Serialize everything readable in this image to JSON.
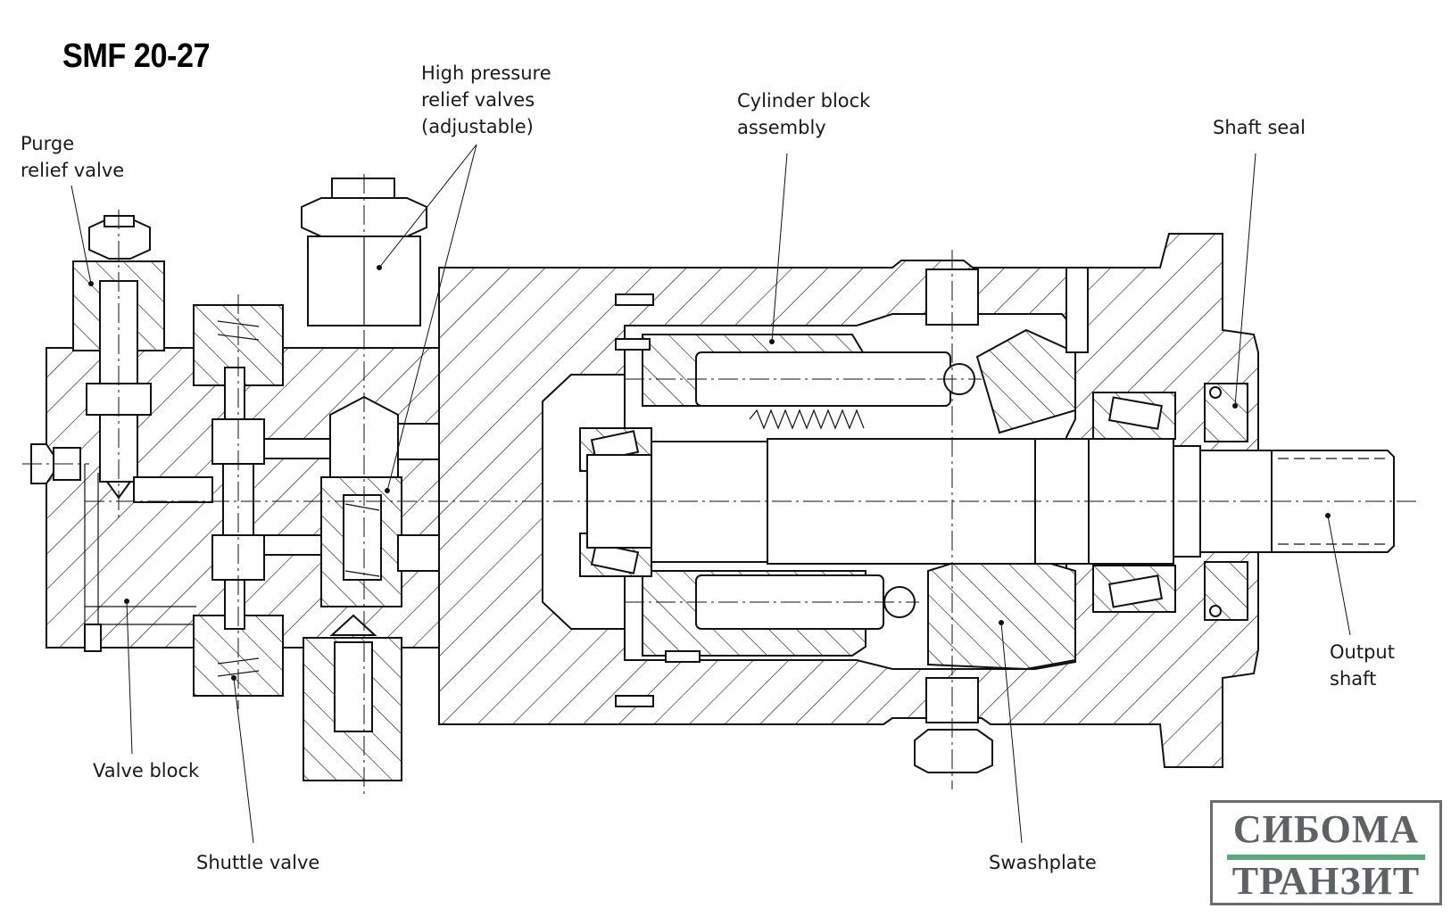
{
  "drawing": {
    "title": "SMF 20-27",
    "labels": {
      "purge_relief_valve": "Purge\nrelief valve",
      "high_pressure_relief_valves": "High pressure\nrelief valves\n(adjustable)",
      "cylinder_block_assembly": "Cylinder block\nassembly",
      "shaft_seal": "Shaft seal",
      "valve_block": "Valve block",
      "shuttle_valve": "Shuttle valve",
      "swashplate": "Swashplate",
      "output_shaft": "Output\nshaft"
    }
  },
  "logo": {
    "line1": "СИБОМА",
    "line2": "ТРАНЗИТ",
    "text_color": "#5f6265",
    "bar_color": "#5aaa78",
    "border_color": "#6a6d70"
  }
}
